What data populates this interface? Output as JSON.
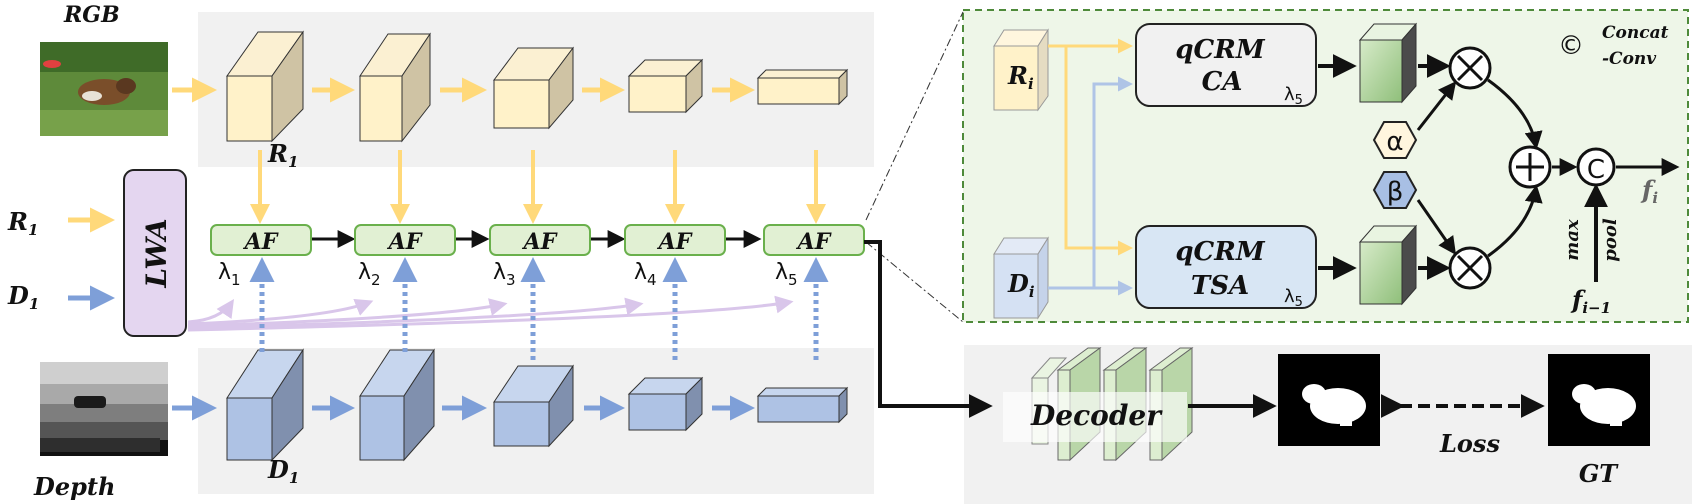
{
  "labels": {
    "rgb": "RGB",
    "depth": "Depth",
    "r1_input": "R",
    "d1_input": "D",
    "sub_one": "1",
    "lwa": "LWA",
    "af": "AF",
    "decoder": "Decoder",
    "loss": "Loss",
    "gt": "GT"
  },
  "lambdas": [
    "λ1",
    "λ2",
    "λ3",
    "λ4",
    "λ5"
  ],
  "lambda_symbol": "λ",
  "lambda_indices": [
    "1",
    "2",
    "3",
    "4",
    "5"
  ],
  "detail": {
    "ri": "R",
    "di": "D",
    "sub_i": "i",
    "qcrm": "qCRM",
    "ca": "CA",
    "tsa": "TSA",
    "lambda5": "λ5",
    "alpha": "α",
    "beta": "β",
    "max": "max",
    "pool": "pool",
    "f": "f",
    "f_sub_i": "i",
    "f_sub_prev": "i−1",
    "concat_line1": "Concat",
    "concat_line2": "-Conv",
    "concat_symbol": "©",
    "concat_circle": "C"
  },
  "icons": [
    "multiply-icon",
    "add-icon",
    "concat-icon"
  ],
  "colors": {
    "rgb_stream": "#FFD97A",
    "depth_stream": "#7E9FD8",
    "lwa_fill": "#E4D6F0",
    "af_fill": "#E1F0D3",
    "af_border": "#6AB04C",
    "panel_bg": "#F1F1F1",
    "detail_bg": "#EEF6E8",
    "detail_border": "#4E8A3A"
  }
}
